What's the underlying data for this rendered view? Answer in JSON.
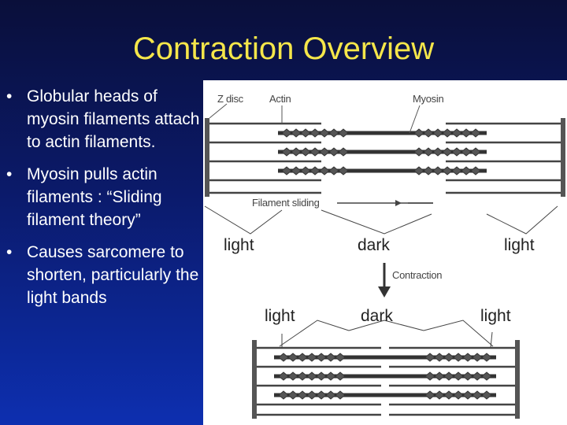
{
  "title": "Contraction Overview",
  "bullets": [
    {
      "marker": "•",
      "text": "Globular heads of myosin filaments attach to actin filaments."
    },
    {
      "marker": "•",
      "text": "Myosin pulls actin filaments :  “Sliding filament theory”"
    },
    {
      "marker": "•",
      "text": " Causes sarcomere to shorten, particularly the light bands"
    }
  ],
  "diagram": {
    "z_disc_label": "Z disc",
    "actin_label": "Actin",
    "myosin_label": "Myosin",
    "sliding_label": "Filament sliding",
    "contraction_label": "Contraction",
    "top_bands": {
      "left": "light",
      "middle": "dark",
      "right": "light"
    },
    "bottom_bands": {
      "left": "light",
      "middle": "dark",
      "right": "light"
    }
  }
}
